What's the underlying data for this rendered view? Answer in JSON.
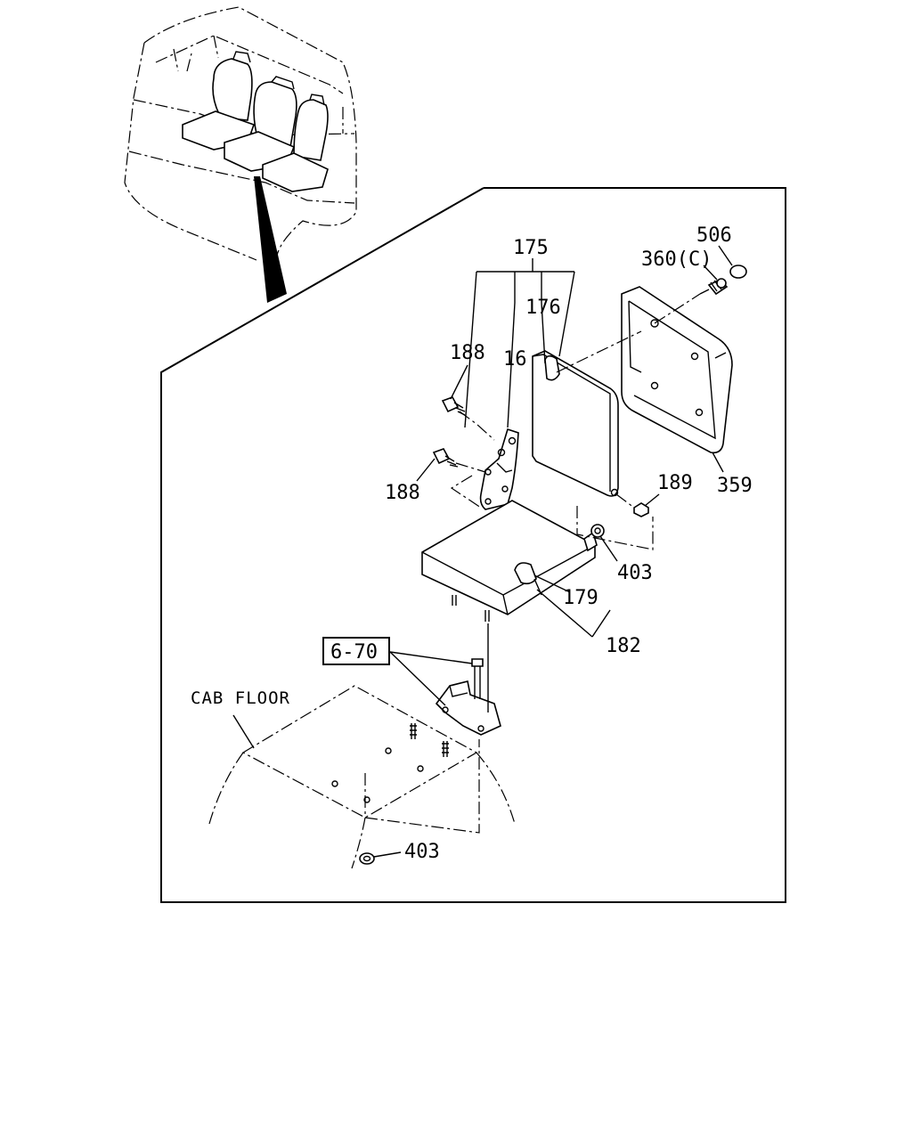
{
  "labels": {
    "l175": "175",
    "l176": "176",
    "l16": "16",
    "l188a": "188",
    "l188b": "188",
    "l506": "506",
    "l360": "360(C)",
    "l359": "359",
    "l189": "189",
    "l403a": "403",
    "l179": "179",
    "l182": "182",
    "ref": "6-70",
    "cabFloor": "CAB FLOOR",
    "l403b": "403"
  }
}
